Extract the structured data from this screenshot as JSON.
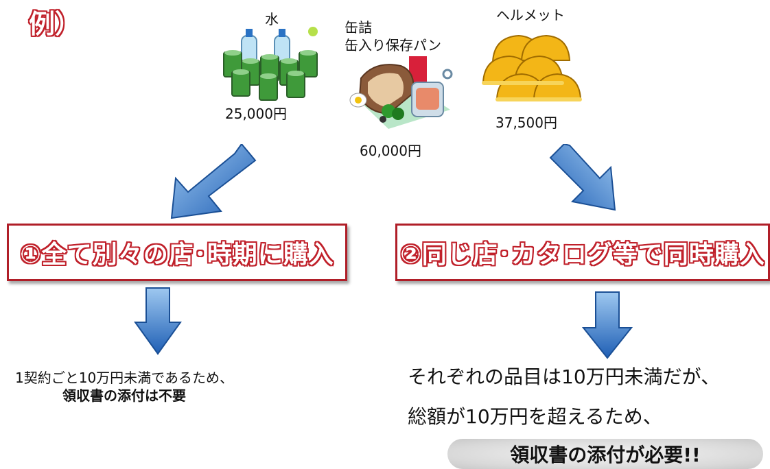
{
  "title": "例）",
  "items": {
    "water": {
      "label": "水",
      "price": "25,000円"
    },
    "cans": {
      "label_line1": "缶詰",
      "label_line2": "缶入り保存パン",
      "price": "60,000円"
    },
    "helmet": {
      "label": "ヘルメット",
      "price": "37,500円"
    }
  },
  "case1": {
    "heading": "①全て別々の店･時期に購入",
    "note_line1": "1契約ごと10万円未満であるため、",
    "note_line2": "領収書の添付は不要"
  },
  "case2": {
    "heading": "②同じ店･カタログ等で同時購入",
    "note_line1": "それぞれの品目は10万円未満だが、",
    "note_line2": "総額が10万円を超えるため、",
    "highlight": "領収書の添付が必要!!"
  },
  "icons": [
    "water-illustration",
    "canned-food-illustration",
    "helmet-illustration",
    "arrow-down-right",
    "arrow-down-left",
    "arrow-down"
  ],
  "colors": {
    "accent_red": "#c0202a",
    "arrow_blue": "#2f6fc0"
  }
}
